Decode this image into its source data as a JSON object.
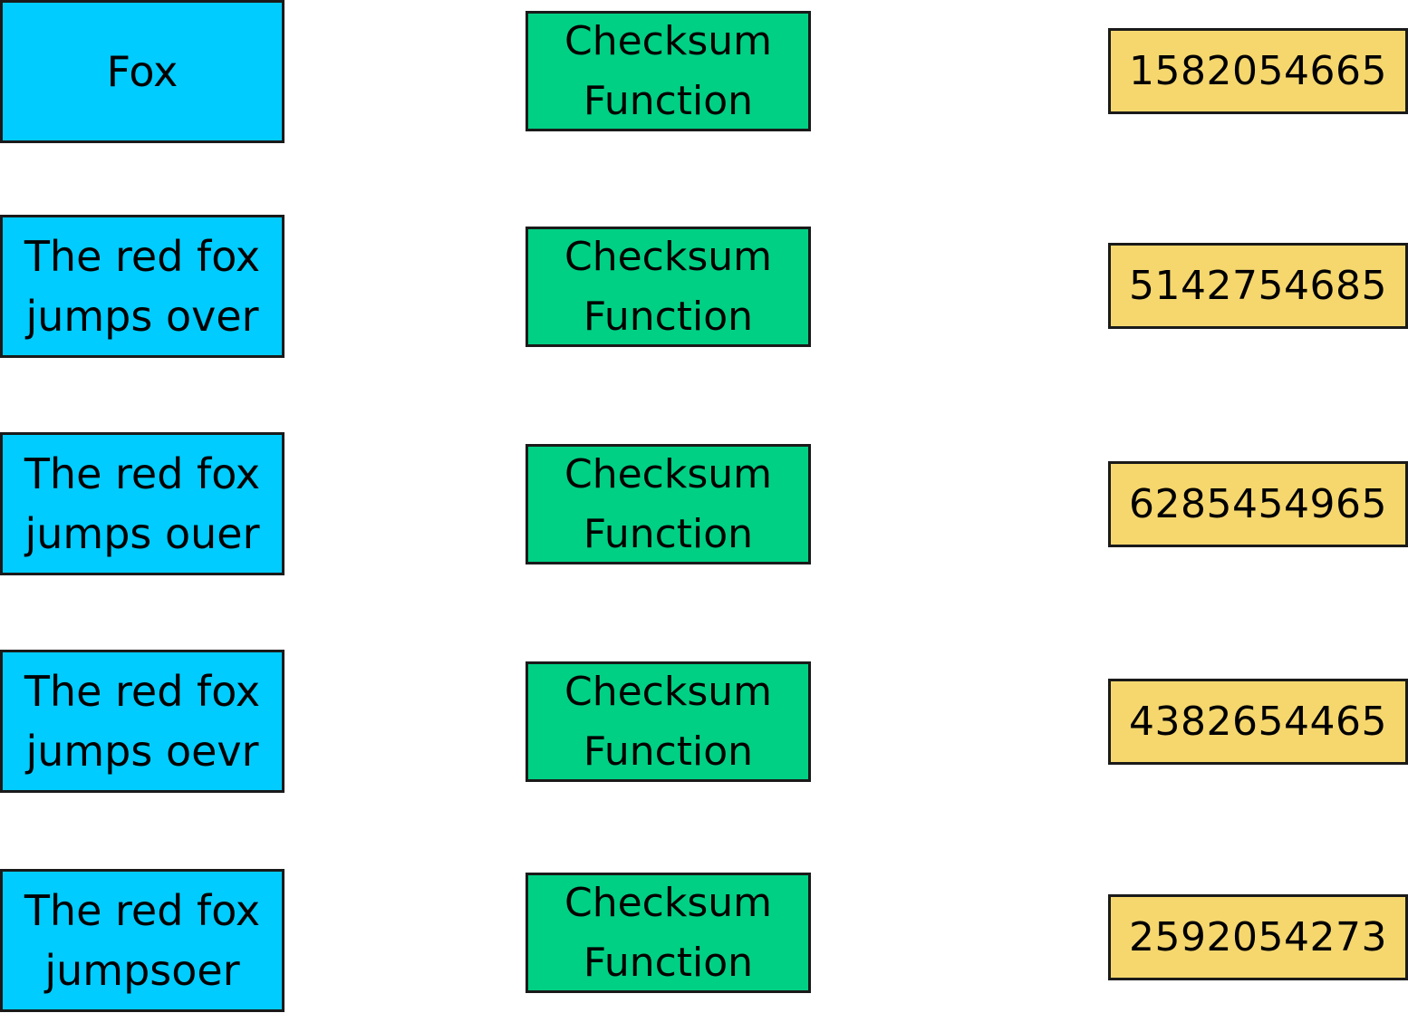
{
  "colors": {
    "input_fill": "#00ccff",
    "function_fill": "#00d084",
    "output_fill": "#f5d76e",
    "border": "#1a1a1a"
  },
  "rows": [
    {
      "input_lines": [
        "Fox"
      ],
      "function_lines": [
        "Checksum",
        "Function"
      ],
      "output": "1582054665"
    },
    {
      "input_lines": [
        "The red fox",
        "jumps over"
      ],
      "function_lines": [
        "Checksum",
        "Function"
      ],
      "output": "5142754685"
    },
    {
      "input_lines": [
        "The red fox",
        "jumps ouer"
      ],
      "function_lines": [
        "Checksum",
        "Function"
      ],
      "output": "6285454965"
    },
    {
      "input_lines": [
        "The red fox",
        "jumps oevr"
      ],
      "function_lines": [
        "Checksum",
        "Function"
      ],
      "output": "4382654465"
    },
    {
      "input_lines": [
        "The red fox",
        "jumpsoer"
      ],
      "function_lines": [
        "Checksum",
        "Function"
      ],
      "output": "2592054273"
    }
  ]
}
